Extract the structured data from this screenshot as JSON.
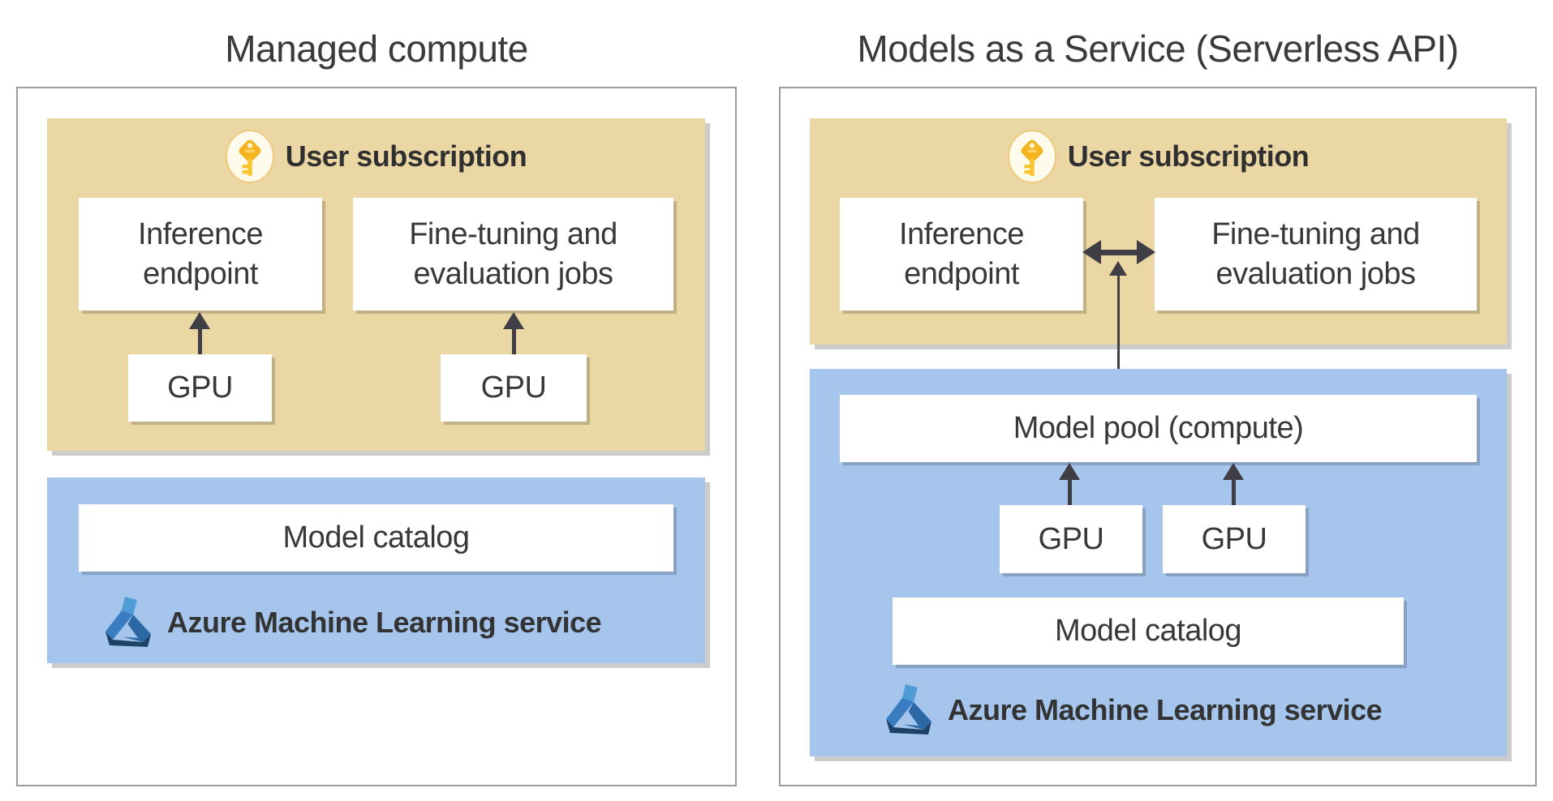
{
  "panels": {
    "left": {
      "title": "Managed compute",
      "user_subscription": {
        "label": "User subscription"
      },
      "inference_box": "Inference endpoint",
      "finetuning_box": "Fine-tuning and evaluation jobs",
      "gpu1": "GPU",
      "gpu2": "GPU",
      "model_catalog": "Model catalog",
      "aml_service": "Azure Machine Learning service"
    },
    "right": {
      "title": "Models as a Service (Serverless API)",
      "user_subscription": {
        "label": "User subscription"
      },
      "inference_box": "Inference endpoint",
      "finetuning_box": "Fine-tuning and evaluation jobs",
      "model_pool": "Model pool (compute)",
      "gpu1": "GPU",
      "gpu2": "GPU",
      "model_catalog": "Model catalog",
      "aml_service": "Azure Machine Learning service"
    }
  },
  "icons": {
    "key": "subscription-key-icon",
    "aml": "azure-ml-flask-icon"
  },
  "colors": {
    "tan": "#EBD7A4",
    "blue": "#A6C5ED",
    "arrow": "#3E3E44",
    "text": "#3A3A3A",
    "border": "#9B9B9B",
    "key_gold": "#F5B41F",
    "aml_neck": "#4F9CD6",
    "aml_left": "#3A7CC0",
    "aml_right": "#2C67A6",
    "aml_base": "#1C4266"
  }
}
